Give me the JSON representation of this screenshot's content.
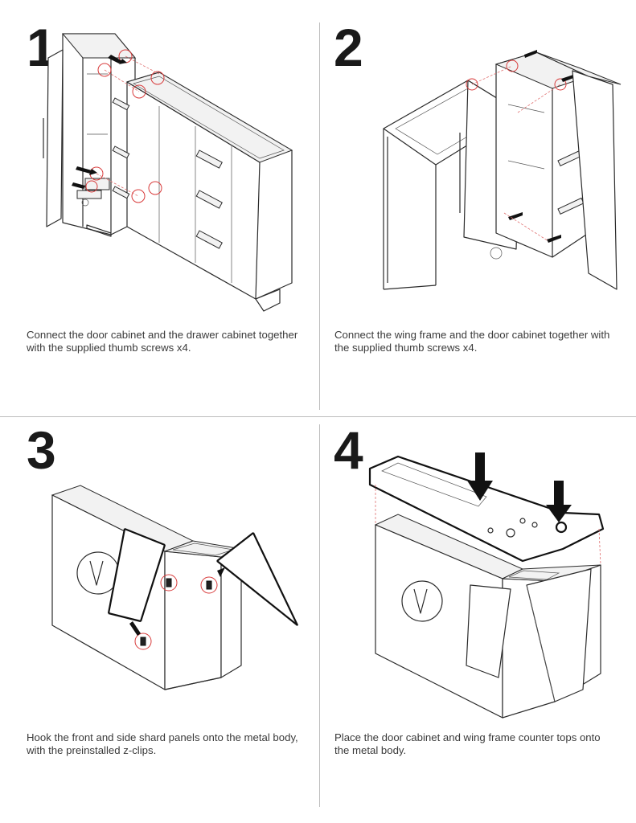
{
  "steps": [
    {
      "number": "1",
      "caption": "Connect the door cabinet and the drawer cabinet together with the supplied thumb screws x4."
    },
    {
      "number": "2",
      "caption": "Connect the wing frame and the door cabinet together with the supplied thumb screws x4."
    },
    {
      "number": "3",
      "caption": "Hook the front and side shard panels onto the metal body, with the preinstalled z-clips."
    },
    {
      "number": "4",
      "caption": "Place the door cabinet and wing frame counter tops onto the metal body."
    }
  ]
}
